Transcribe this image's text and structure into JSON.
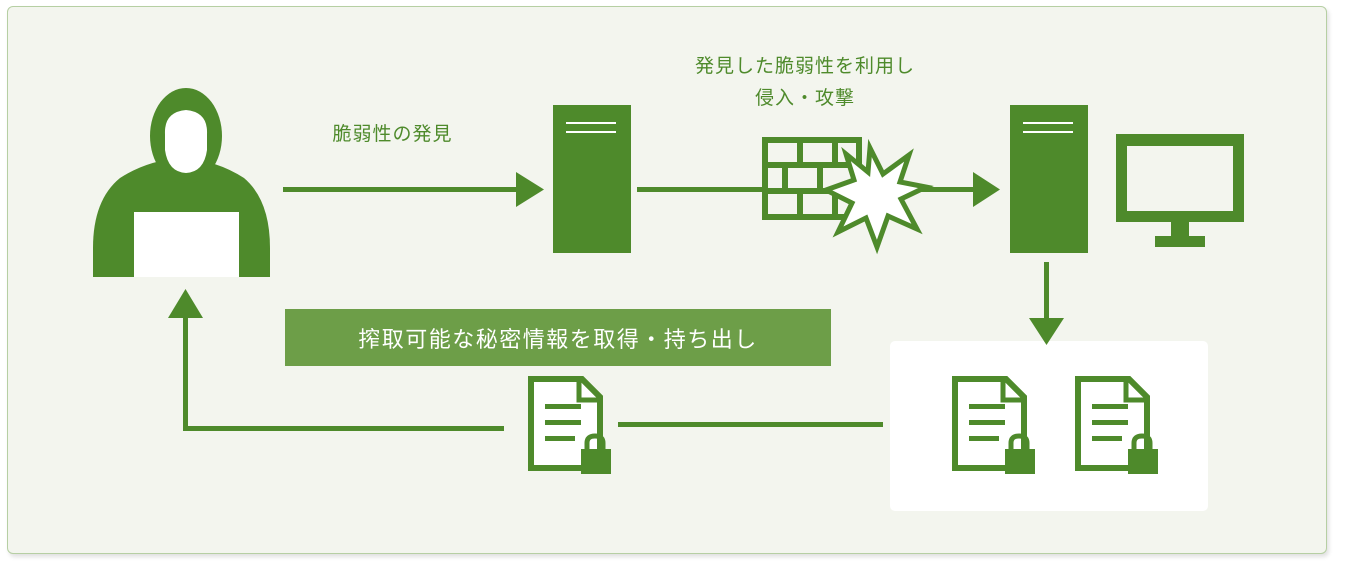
{
  "colors": {
    "green": "#4e8a2b",
    "banner_green": "#6d9e48",
    "panel_bg": "#f3f5ee",
    "white": "#ffffff"
  },
  "labels": {
    "discover": "脆弱性の発見",
    "exploit_line1": "発見した脆弱性を利用し",
    "exploit_line2": "侵入・攻撃",
    "exfiltrate": "搾取可能な秘密情報を取得・持ち出し"
  },
  "icons": [
    "hacker-icon",
    "server-icon",
    "firewall-icon",
    "explosion-icon",
    "monitor-icon",
    "locked-document-icon"
  ]
}
